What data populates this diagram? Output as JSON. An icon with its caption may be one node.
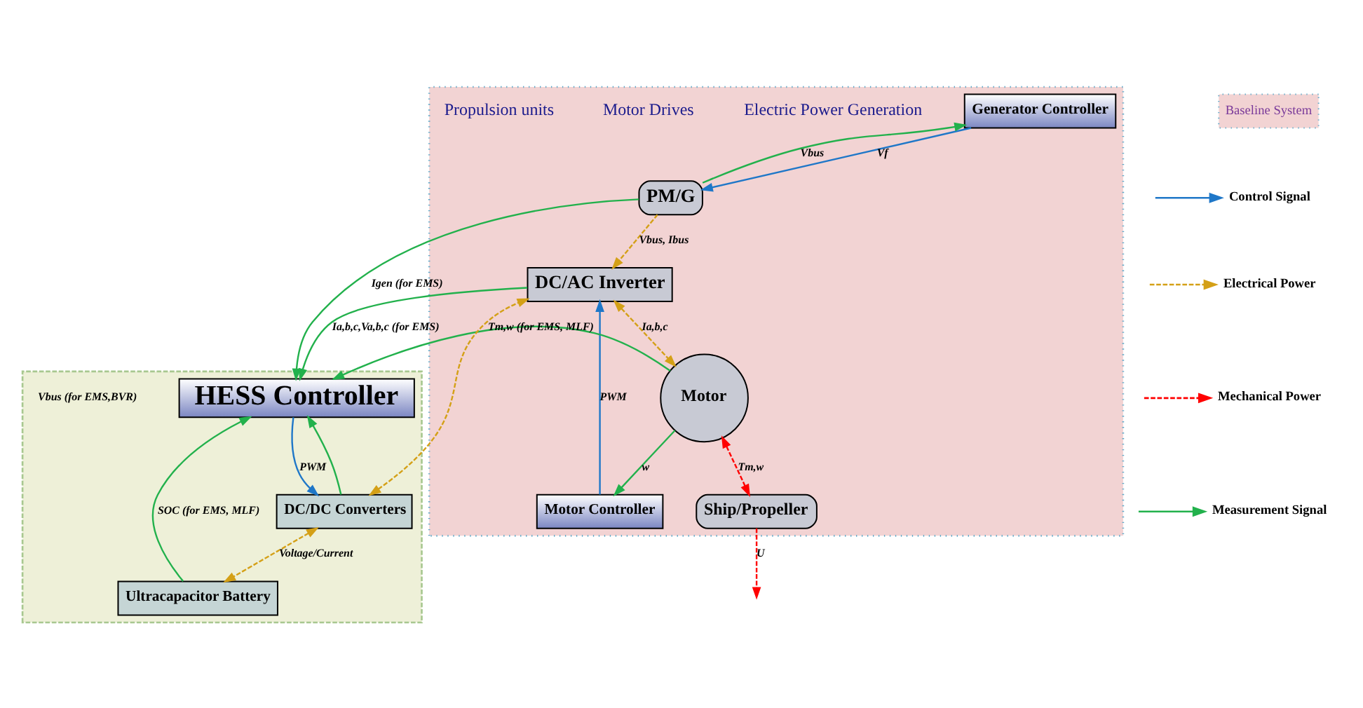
{
  "diagram": {
    "nodes": [
      {
        "text": [],
        "shape": "box"
      },
      {
        "text": [
          "Generator Controller"
        ],
        "in": 0
      },
      {
        "text": [
          "Motor Controller"
        ],
        "in": 0
      },
      {
        "text": [
          "PM/G"
        ],
        "in": 0
      },
      {
        "text": [
          "DC/AC Inverter"
        ],
        "in": 0
      },
      {
        "text": [
          "Motor"
        ],
        "in": 0
      },
      {
        "text": [
          "Ship/Propeller"
        ],
        "in": 0
      },
      {
        "text": [],
        "shape": "box"
      },
      {
        "text": [
          "HESS Controller"
        ],
        "in": 7
      },
      {
        "text": [
          "DC/DC Converters"
        ],
        "in": 7
      },
      {
        "text": [
          "Ultracapacitor Battery"
        ],
        "in": 7
      }
    ],
    "edges": [
      {
        "from": 1,
        "to": 3,
        "arrow": "to",
        "label": "Vf",
        "color": "#1f77c8"
      },
      {
        "from": 3,
        "to": 1,
        "arrow": "to",
        "label": "Vbus"
      },
      {
        "from": 3,
        "to": 4,
        "arrow": "to",
        "label": "Vbus, Ibus",
        "style": "dashed",
        "color": "#d4a017"
      },
      {
        "from": 2,
        "to": 4,
        "arrow": "to",
        "label": "PWM",
        "color": "#1f77c8"
      },
      {
        "from": 4,
        "to": 5,
        "arrow": "both",
        "label": "Ia,b,c",
        "style": "dashed",
        "color": "#d4a017"
      },
      {
        "from": 5,
        "to": 6,
        "arrow": "both",
        "label": "Tm,w",
        "style": "dashed",
        "color": "#ff0000"
      },
      {
        "from": 6,
        "to": null,
        "arrow": "to",
        "label": "U",
        "style": "dashed",
        "color": "#ff0000"
      },
      {
        "from": 5,
        "to": 2,
        "arrow": "to",
        "label": "w"
      },
      {
        "from": 9,
        "to": 4,
        "arrow": "both",
        "style": "dashed",
        "color": "#d4a017"
      },
      {
        "from": 3,
        "to": 8,
        "arrow": "to",
        "label": "Igen (for EMS)"
      },
      {
        "from": 4,
        "to": 8,
        "arrow": "to",
        "label": "Ia,b,c,Va,b,c (for EMS)"
      },
      {
        "from": 5,
        "to": 8,
        "arrow": "to",
        "label": "Tm,w (for EMS, MLF)"
      },
      {
        "from": 8,
        "to": 9,
        "arrow": "to",
        "label": "PWM",
        "color": "#1f77c8"
      },
      {
        "from": 10,
        "to": 8,
        "arrow": "to",
        "label": "SOC (for EMS, MLF)"
      },
      {
        "from": 9,
        "to": 10,
        "arrow": "both",
        "label": "Voltage/Current",
        "style": "dashed",
        "color": "#d4a017"
      },
      {
        "from": 9,
        "to": 8,
        "arrow": "to"
      }
    ],
    "labels": [
      "Electric Power Generation",
      "Motor Drives",
      "Propulsion units",
      "Vbus (for EMS,BVR)"
    ],
    "legend": [
      {
        "text": "Baseline System",
        "color": "#f2d3d3"
      },
      {
        "text": "Control Signal"
      },
      {
        "text": "Electrical Power"
      },
      {
        "text": "Mechanical Power"
      },
      {
        "text": "Measurement Signal"
      }
    ]
  }
}
